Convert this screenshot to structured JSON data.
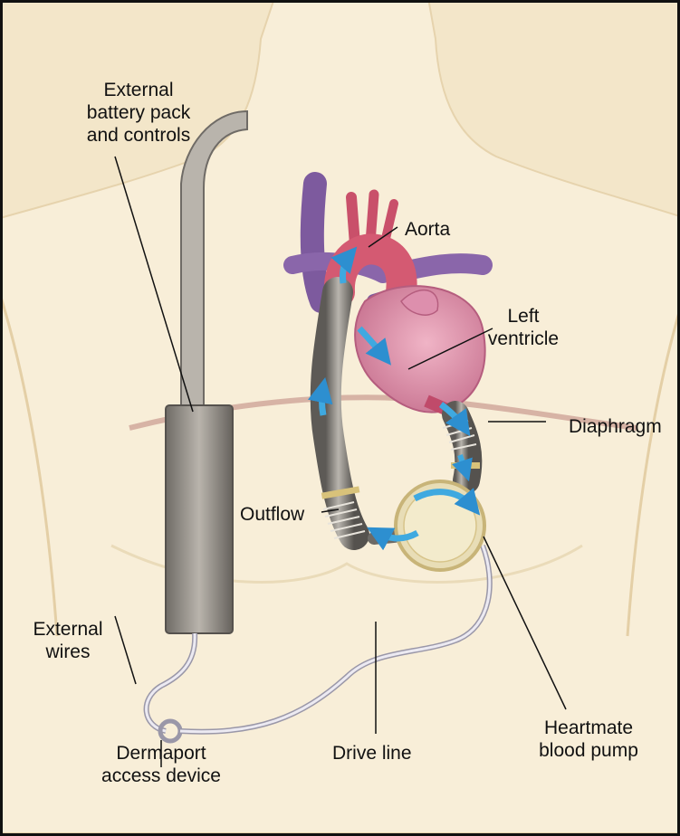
{
  "labels": {
    "battery": [
      "External",
      "battery pack",
      "and controls"
    ],
    "aorta": "Aorta",
    "left_ventricle": [
      "Left",
      "ventricle"
    ],
    "diaphragm": "Diaphragm",
    "outflow": "Outflow",
    "external_wires": [
      "External",
      "wires"
    ],
    "dermaport": [
      "Dermaport",
      "access device"
    ],
    "drive_line": "Drive line",
    "heartmate": [
      "Heartmate",
      "blood pump"
    ]
  },
  "colors": {
    "background": "#f3e6c9",
    "torso": "#f7ecd4",
    "heart": "#d98aa6",
    "vessels": "#7d5a9e",
    "aorta": "#c9506a",
    "tube": "#8a8680",
    "flow_arrow": "#3fa9e0",
    "ring": "#d8c27a"
  }
}
